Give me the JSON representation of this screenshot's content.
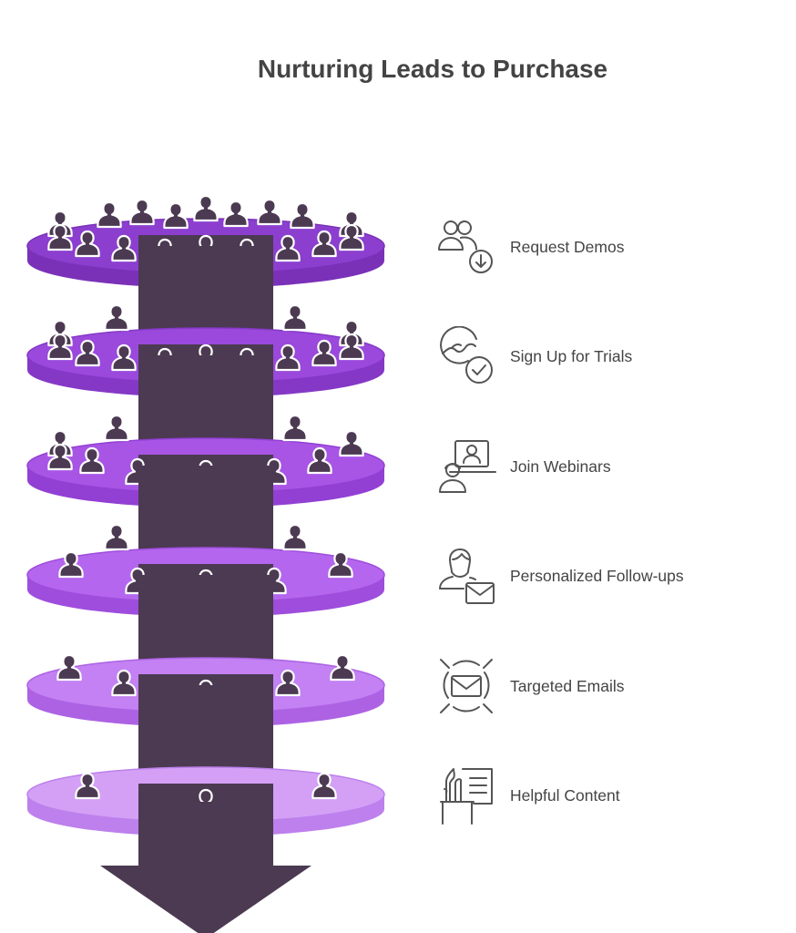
{
  "title": "Nurturing Leads to Purchase",
  "colors": {
    "shaft": "#4b3a51",
    "person": "#4b3a51",
    "person_outline": "#ffffff",
    "icon_stroke": "#555555",
    "text": "#444444",
    "discs": [
      {
        "top": "#8c3fcf",
        "side": "#7a31b8"
      },
      {
        "top": "#9a49dc",
        "side": "#8538c6"
      },
      {
        "top": "#a855e6",
        "side": "#923fd3"
      },
      {
        "top": "#b466ee",
        "side": "#9e4ddc"
      },
      {
        "top": "#c381f3",
        "side": "#ad62e4"
      },
      {
        "top": "#d3a0f6",
        "side": "#bd80ec"
      }
    ]
  },
  "stages": [
    {
      "label": "Request Demos",
      "icon": "users-download-icon",
      "people": 18
    },
    {
      "label": "Sign Up for Trials",
      "icon": "trial-check-icon",
      "people": 13
    },
    {
      "label": "Join Webinars",
      "icon": "webinar-icon",
      "people": 10
    },
    {
      "label": "Personalized Follow-ups",
      "icon": "person-mail-icon",
      "people": 7
    },
    {
      "label": "Targeted Emails",
      "icon": "targeted-email-icon",
      "people": 5
    },
    {
      "label": "Helpful Content",
      "icon": "content-document-icon",
      "people": 3
    }
  ]
}
